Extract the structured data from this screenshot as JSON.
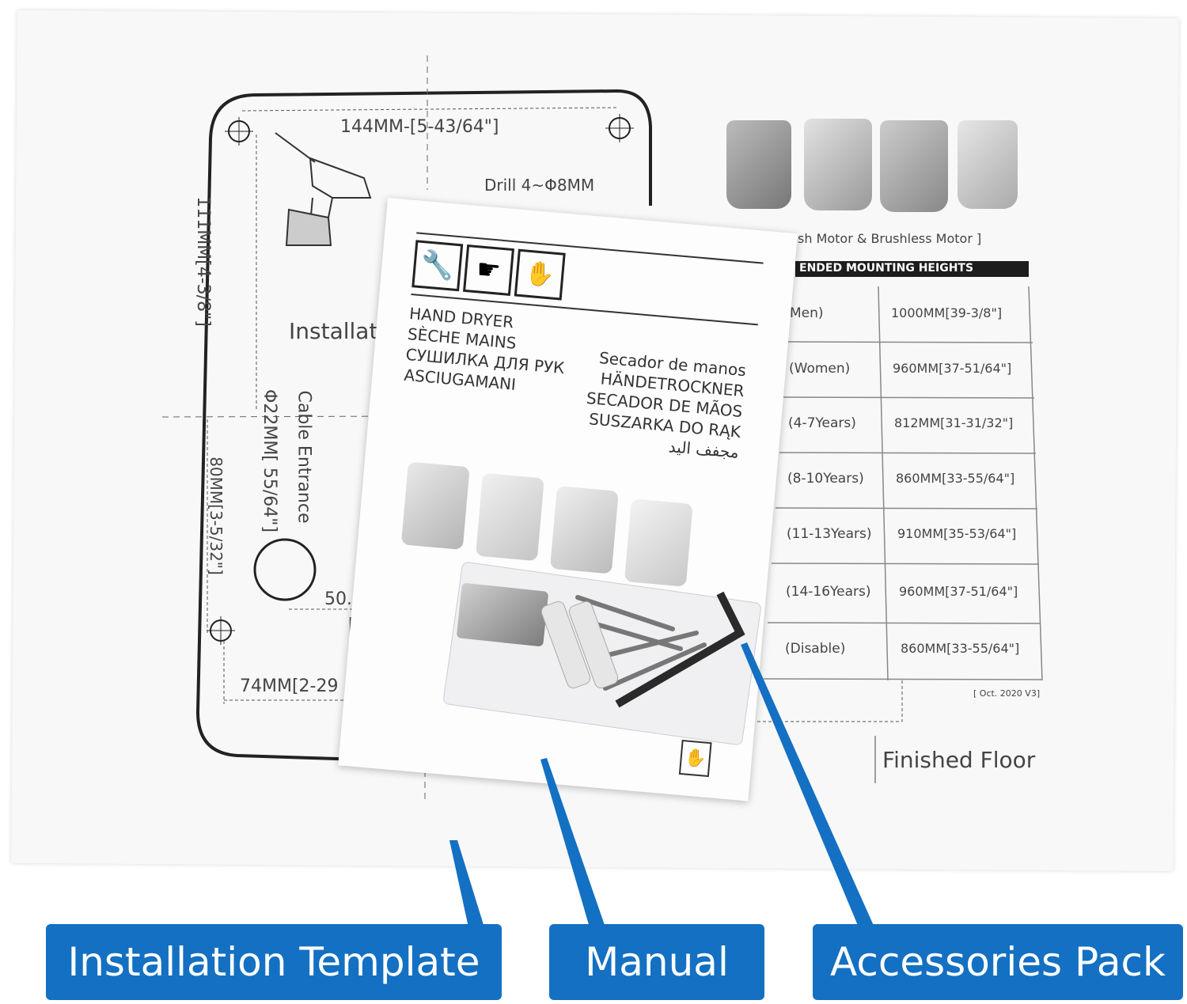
{
  "template": {
    "width_dim": "144MM-[5-43/64\"]",
    "drill": "Drill 4~Φ8MM",
    "height_dim": "111MM[4-3/8\"]",
    "installation_partial": "Installatio",
    "cable_entrance": "Cable Entrance",
    "cable_dim": "Φ22MM[ 55/64\"]",
    "lower_dim": "80MM[3-5/32\"]",
    "hole_dim": "50.5",
    "hole_dim2": "[2",
    "bottom_dim": "74MM[2-29",
    "motor_text": "sh Motor & Brushless Motor ]",
    "heights_header": "ENDED MOUNTING HEIGHTS",
    "heights": [
      {
        "group": "Men)",
        "height": "1000MM[39-3/8\"]"
      },
      {
        "group": "(Women)",
        "height": "960MM[37-51/64\"]"
      },
      {
        "group": "(4-7Years)",
        "height": "812MM[31-31/32\"]"
      },
      {
        "group": "(8-10Years)",
        "height": "860MM[33-55/64\"]"
      },
      {
        "group": "(11-13Years)",
        "height": "910MM[35-53/64\"]"
      },
      {
        "group": "(14-16Years)",
        "height": "960MM[37-51/64\"]"
      },
      {
        "group": "(Disable)",
        "height": "860MM[33-55/64\"]"
      }
    ],
    "version": "[ Oct. 2020 V3]",
    "finished_floor": "Finished Floor"
  },
  "manual": {
    "left_lines": [
      "HAND DRYER",
      "SÈCHE MAINS",
      "СУШИЛКА ДЛЯ РУК",
      "ASCIUGAMANI"
    ],
    "right_lines": [
      "Secador de manos",
      "HÄNDETROCKNER",
      "SECADOR DE MÃOS",
      "SUSZARKA DO RĄK",
      "مجفف اليد"
    ]
  },
  "labels": {
    "installation_template": "Installation Template",
    "manual": "Manual",
    "accessories_pack": "Accessories Pack"
  },
  "colors": {
    "label_blue": "#1470c2",
    "paper": "#fbfbfb",
    "ink": "#333333"
  }
}
